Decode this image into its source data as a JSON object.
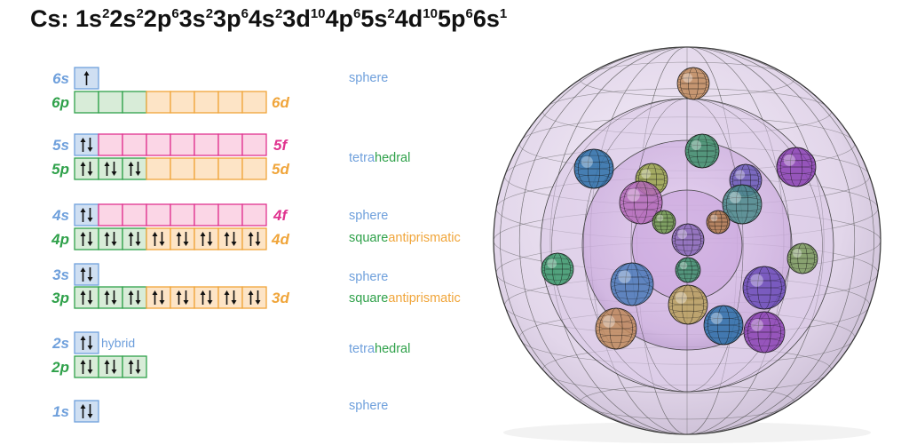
{
  "title": {
    "element": "Cs",
    "parts": [
      {
        "orb": "1s",
        "e": "2"
      },
      {
        "orb": "2s",
        "e": "2"
      },
      {
        "orb": "2p",
        "e": "6"
      },
      {
        "orb": "3s",
        "e": "2"
      },
      {
        "orb": "3p",
        "e": "6"
      },
      {
        "orb": "4s",
        "e": "2"
      },
      {
        "orb": "3d",
        "e": "10"
      },
      {
        "orb": "4p",
        "e": "6"
      },
      {
        "orb": "5s",
        "e": "2"
      },
      {
        "orb": "4d",
        "e": "10"
      },
      {
        "orb": "5p",
        "e": "6"
      },
      {
        "orb": "6s",
        "e": "1"
      }
    ]
  },
  "colors": {
    "s": "#6fa0dc",
    "p": "#2fa14a",
    "d": "#f0a53a",
    "f": "#e0338f",
    "s_fill": "#cfdff2",
    "p_fill": "#d8ecd8",
    "d_fill": "#fde4c6",
    "f_fill": "#fbd6e6"
  },
  "shells": [
    {
      "s": "6s",
      "s_electrons": [
        "up"
      ],
      "p": "6p",
      "p_electrons": [
        "",
        "",
        ""
      ],
      "d": "6d",
      "d_electrons": [
        "",
        "",
        "",
        "",
        ""
      ],
      "f": "",
      "f_electrons": []
    },
    {
      "s": "5s",
      "s_electrons": [
        "pair"
      ],
      "p": "5p",
      "p_electrons": [
        "pair",
        "pair",
        "pair"
      ],
      "d": "5d",
      "d_electrons": [
        "",
        "",
        "",
        "",
        ""
      ],
      "f": "5f",
      "f_electrons": [
        "",
        "",
        "",
        "",
        "",
        "",
        ""
      ]
    },
    {
      "s": "4s",
      "s_electrons": [
        "pair"
      ],
      "p": "4p",
      "p_electrons": [
        "pair",
        "pair",
        "pair"
      ],
      "d": "4d",
      "d_electrons": [
        "pair",
        "pair",
        "pair",
        "pair",
        "pair"
      ],
      "f": "4f",
      "f_electrons": [
        "",
        "",
        "",
        "",
        "",
        "",
        ""
      ]
    },
    {
      "s": "3s",
      "s_electrons": [
        "pair"
      ],
      "p": "3p",
      "p_electrons": [
        "pair",
        "pair",
        "pair"
      ],
      "d": "3d",
      "d_electrons": [
        "pair",
        "pair",
        "pair",
        "pair",
        "pair"
      ],
      "f": "",
      "f_electrons": []
    },
    {
      "s": "2s",
      "s_electrons": [
        "pair"
      ],
      "p": "2p",
      "p_electrons": [
        "pair",
        "pair",
        "pair"
      ],
      "d": "",
      "d_electrons": [],
      "f": "",
      "f_electrons": []
    },
    {
      "s": "1s",
      "s_electrons": [
        "pair"
      ],
      "p": "",
      "p_electrons": [],
      "d": "",
      "d_electrons": [],
      "f": "",
      "f_electrons": []
    }
  ],
  "hybrid_label": "hybrid",
  "shapes": [
    {
      "parts": [
        {
          "text": "sphere",
          "color": "s"
        }
      ]
    },
    {
      "parts": [
        {
          "text": "tetra",
          "color": "s"
        },
        {
          "text": "hedral",
          "color": "p"
        }
      ]
    },
    {
      "parts": [
        {
          "text": "sphere",
          "color": "s"
        }
      ]
    },
    {
      "parts": [
        {
          "text": "square",
          "color": "p"
        },
        {
          "text": "antiprismatic",
          "color": "d"
        }
      ]
    },
    {
      "parts": [
        {
          "text": "sphere",
          "color": "s"
        }
      ]
    },
    {
      "parts": [
        {
          "text": "square",
          "color": "p"
        },
        {
          "text": "antiprismatic",
          "color": "d"
        }
      ]
    },
    {
      "parts": [
        {
          "text": "tetra",
          "color": "s"
        },
        {
          "text": "hedral",
          "color": "p"
        }
      ]
    },
    {
      "parts": [
        {
          "text": "sphere",
          "color": "s"
        }
      ]
    }
  ],
  "electron_spheres": [
    {
      "color": "#c08a5a"
    },
    {
      "color": "#2a6fa8"
    },
    {
      "color": "#8a3fb3"
    },
    {
      "color": "#3d8f6a"
    },
    {
      "color": "#9aa64a"
    },
    {
      "color": "#6a5bb8"
    },
    {
      "color": "#b46ab8"
    },
    {
      "color": "#4a8a8a"
    },
    {
      "color": "#6f9a4a"
    },
    {
      "color": "#b07a4a"
    },
    {
      "color": "#8a6ab8"
    },
    {
      "color": "#3a9a6a"
    },
    {
      "color": "#7a9a5a"
    },
    {
      "color": "#4a7ab8"
    },
    {
      "color": "#b8a05a"
    },
    {
      "color": "#6a4ab8"
    }
  ]
}
